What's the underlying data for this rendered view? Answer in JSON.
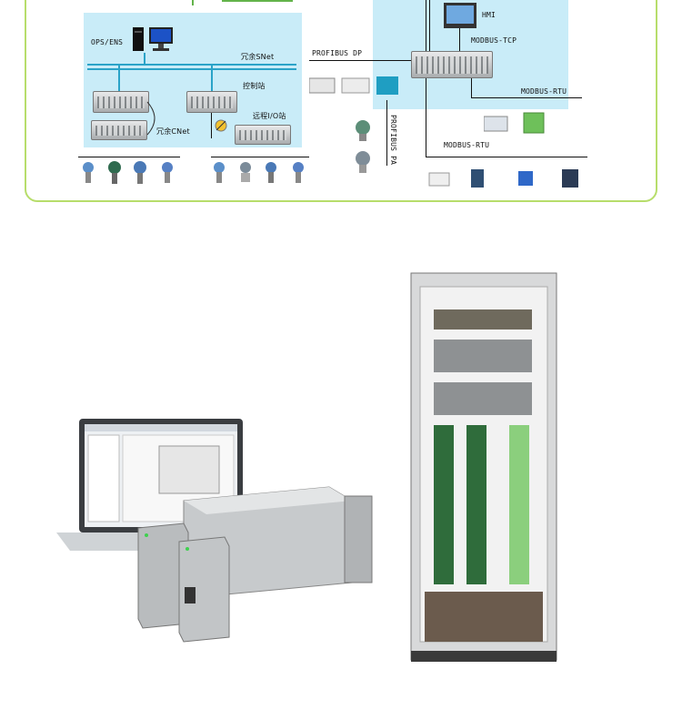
{
  "diagram": {
    "labels": {
      "ops_ens": "OPS/ENS",
      "redundant_snet": "冗余SNet",
      "control_station": "控制站",
      "redundant_cnet": "冗余CNet",
      "remote_io_station": "远程I/O站",
      "profibus_dp": "PROFIBUS DP",
      "profibus_pa": "PROFIBUS PA",
      "hmi": "HMI",
      "modbus_tcp": "MODBUS-TCP",
      "modbus_rtu_right": "MODBUS-RTU",
      "modbus_rtu_bottom": "MODBUS-RTU"
    }
  },
  "photo": {
    "icons": [
      "laptop-icon",
      "io-module-icon",
      "control-cabinet-icon"
    ]
  },
  "colors": {
    "frame_border": "#b7dd6b",
    "zone_fill": "#c9ecf8",
    "network_line": "#2aa3c8",
    "cable_green": "#63b34a"
  }
}
